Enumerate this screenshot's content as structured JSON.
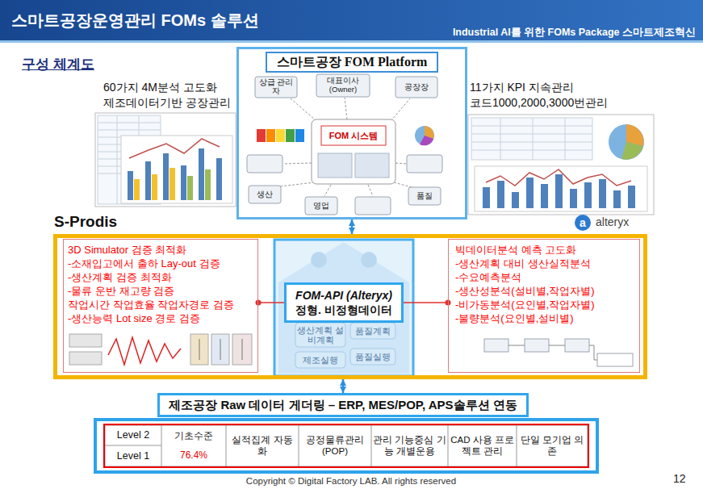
{
  "diagram": {
    "title": "스마트공장운영관리 FOMs 솔루션",
    "nodes": [
      {
        "text": [
          "스마트공장 FOM Platform"
        ]
      },
      {
        "text": [
          "S-Prodis"
        ]
      },
      {
        "text": [
          "3D Simulator 검증 최적화",
          "-소재입고에서 출하 Lay-out 검증",
          "-생산계획 검증 최적화",
          "-물류 운반 재고량 검증",
          "작업시간 작업효율 작업자경로 검증",
          "-생산능력 Lot size 경로 검증"
        ],
        "in": 1
      },
      {
        "text": [
          "FOM-API (Alteryx)",
          "정형. 비정형데이터"
        ],
        "in": 1
      },
      {
        "text": [
          "빅데이터분석 예측 고도화",
          "-생산계획 대비 생산실적분석",
          "-수요예측분석",
          "-생산성분석(설비별,작업자별)",
          "-비가동분석(요인별,작업자별)",
          "-불량분석(요인별,설비별)"
        ],
        "in": 1
      },
      {
        "text": [
          "제조공장 Raw 데이터 게더링 – ERP, MES/POP, APS솔루션 연동"
        ]
      }
    ],
    "edges": [
      {
        "from": 0,
        "to": 1,
        "arrow": "both"
      },
      {
        "from": 2,
        "to": 3,
        "arrow": "none"
      },
      {
        "from": 3,
        "to": 4,
        "arrow": "none"
      },
      {
        "from": 1,
        "to": 5,
        "arrow": "both"
      }
    ],
    "labels": [
      "Industrial AI를 위한 FOMs Package 스마트제조혁신",
      "구성 체계도",
      "60가지 4M분석 고도화",
      "제조데이터기반 공장관리",
      "11가지 KPI 지속관리",
      "코드1000,2000,3000번관리",
      "a",
      "alteryx",
      "상급 관리자",
      "대표이사 (Owner)",
      "공장장",
      "FOM 시스템",
      "생산",
      "영업",
      "품질",
      "생산계획 설비계획",
      "품질계획",
      "제조실행",
      "품질실행",
      "Level 2",
      "Level 1",
      "기초수준",
      "76.4%",
      "실적집계 자동화",
      "공정물류관리 (POP)",
      "관리 기능중심 기능 개별운용",
      "CAD 사용 프로젝트 관리",
      "단일 모기업 의존",
      "Copyright © Digital Factory LAB. All rights reserved",
      "12"
    ]
  }
}
